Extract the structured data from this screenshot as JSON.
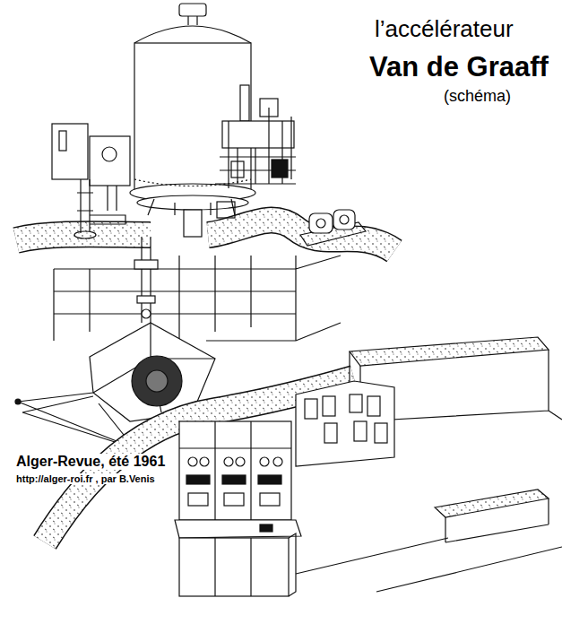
{
  "diagram": {
    "title": "Van de Graaff",
    "labels": [
      "l’accélérateur",
      "(schéma)",
      "Alger-Revue, été 1961",
      "http://alger-roi.fr , par B.Venis"
    ]
  }
}
